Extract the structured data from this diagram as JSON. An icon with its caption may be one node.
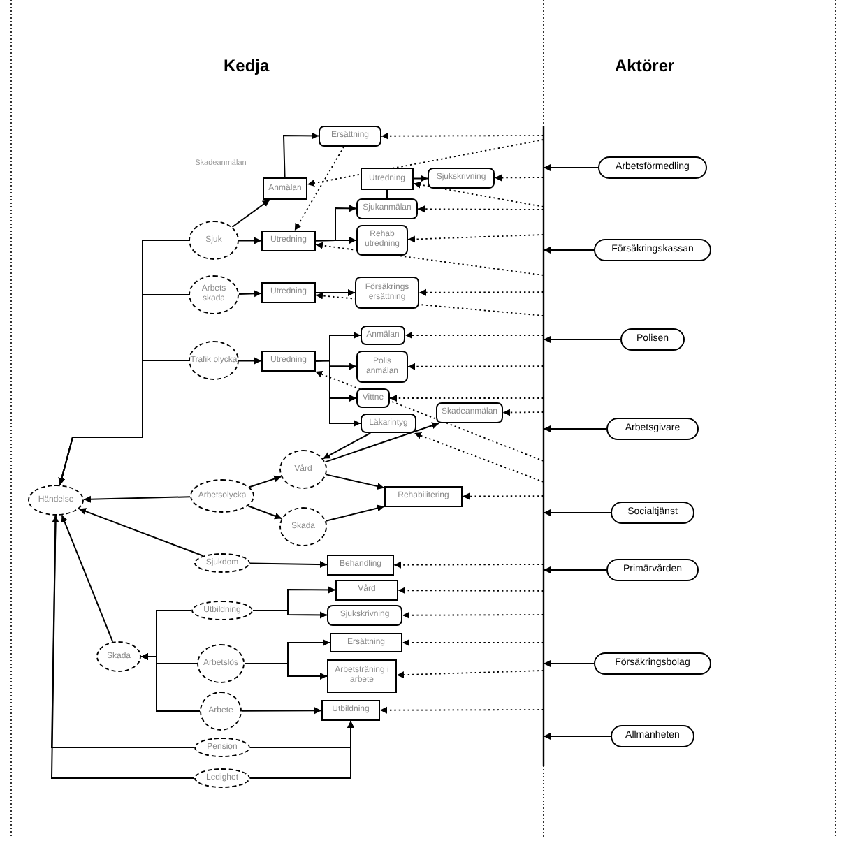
{
  "diagram": {
    "nodes": [
      {
        "text": [
          "Ersättning"
        ]
      },
      {
        "text": [
          "Anmälan"
        ]
      },
      {
        "text": [
          "Utredning"
        ]
      },
      {
        "text": [
          "Sjukskrivning"
        ]
      },
      {
        "text": [
          "Sjukanmälan"
        ]
      },
      {
        "text": [
          "Sjuk"
        ]
      },
      {
        "text": [
          "Utredning"
        ]
      },
      {
        "text": [
          "Rehab utredning"
        ]
      },
      {
        "text": [
          "Arbets skada"
        ]
      },
      {
        "text": [
          "Utredning"
        ]
      },
      {
        "text": [
          "Försäkrings ersättning"
        ]
      },
      {
        "text": [
          "Anmälan"
        ]
      },
      {
        "text": [
          "Trafik olycka"
        ]
      },
      {
        "text": [
          "Utredning"
        ]
      },
      {
        "text": [
          "Polis anmälan"
        ]
      },
      {
        "text": [
          "Vittne"
        ]
      },
      {
        "text": [
          "Skadeanmälan"
        ]
      },
      {
        "text": [
          "Läkarintyg"
        ]
      },
      {
        "text": [
          "Vård"
        ]
      },
      {
        "text": [
          "Händelse"
        ]
      },
      {
        "text": [
          "Arbetsolycka"
        ]
      },
      {
        "text": [
          "Rehabilitering"
        ]
      },
      {
        "text": [
          "Skada"
        ]
      },
      {
        "text": [
          "Sjukdom"
        ]
      },
      {
        "text": [
          "Behandling"
        ]
      },
      {
        "text": [
          "Vård"
        ]
      },
      {
        "text": [
          "Utbildning"
        ]
      },
      {
        "text": [
          "Sjukskrivning"
        ]
      },
      {
        "text": [
          "Ersättning"
        ]
      },
      {
        "text": [
          "Skada"
        ]
      },
      {
        "text": [
          "Arbetslös"
        ]
      },
      {
        "text": [
          "Arbetsträning i arbete"
        ]
      },
      {
        "text": [
          "Arbete"
        ]
      },
      {
        "text": [
          "Utbildning"
        ]
      },
      {
        "text": [
          "Pension"
        ]
      },
      {
        "text": [
          "Ledighet"
        ]
      },
      {
        "text": [
          "Arbetsförmedling"
        ]
      },
      {
        "text": [
          "Försäkringskassan"
        ]
      },
      {
        "text": [
          "Polisen"
        ]
      },
      {
        "text": [
          "Arbetsgivare"
        ]
      },
      {
        "text": [
          "Socialtjänst"
        ]
      },
      {
        "text": [
          "Primärvården"
        ]
      },
      {
        "text": [
          "Försäkringsbolag"
        ]
      },
      {
        "text": [
          "Allmänheten"
        ]
      }
    ],
    "edges": [
      {
        "from": 5,
        "to": 1,
        "arrow": "to"
      },
      {
        "from": 1,
        "to": 0,
        "arrow": "to"
      },
      {
        "from": 5,
        "to": 6,
        "arrow": "to"
      },
      {
        "from": 6,
        "to": 4,
        "arrow": "to"
      },
      {
        "from": 6,
        "to": 7,
        "arrow": "to"
      },
      {
        "from": 4,
        "to": 2,
        "arrow": "none"
      },
      {
        "from": 2,
        "to": 3,
        "arrow": "to"
      },
      {
        "from": 8,
        "to": 9,
        "arrow": "to"
      },
      {
        "from": 9,
        "to": 10,
        "arrow": "to"
      },
      {
        "from": 12,
        "to": 13,
        "arrow": "to"
      },
      {
        "from": 13,
        "to": 11,
        "arrow": "to"
      },
      {
        "from": 13,
        "to": 14,
        "arrow": "to"
      },
      {
        "from": 13,
        "to": 15,
        "arrow": "to"
      },
      {
        "from": 13,
        "to": 17,
        "arrow": "to"
      },
      {
        "from": 17,
        "to": 18,
        "arrow": "to"
      },
      {
        "from": 18,
        "to": 16,
        "arrow": "to"
      },
      {
        "from": 20,
        "to": 18,
        "arrow": "to"
      },
      {
        "from": 20,
        "to": 22,
        "arrow": "to"
      },
      {
        "from": 18,
        "to": 21,
        "arrow": "to"
      },
      {
        "from": 22,
        "to": 21,
        "arrow": "to"
      },
      {
        "from": 20,
        "to": 19,
        "arrow": "to"
      },
      {
        "from": 5,
        "to": 19,
        "arrow": "to"
      },
      {
        "from": 8,
        "to": 19,
        "arrow": "to"
      },
      {
        "from": 12,
        "to": 19,
        "arrow": "to"
      },
      {
        "from": 23,
        "to": 19,
        "arrow": "to"
      },
      {
        "from": 29,
        "to": 19,
        "arrow": "to"
      },
      {
        "from": 26,
        "to": 29,
        "arrow": "to"
      },
      {
        "from": 30,
        "to": 29,
        "arrow": "to"
      },
      {
        "from": 32,
        "to": 29,
        "arrow": "to"
      },
      {
        "from": 34,
        "to": 19,
        "arrow": "to"
      },
      {
        "from": 35,
        "to": 19,
        "arrow": "to"
      },
      {
        "from": 23,
        "to": 24,
        "arrow": "to"
      },
      {
        "from": 26,
        "to": 25,
        "arrow": "to"
      },
      {
        "from": 26,
        "to": 27,
        "arrow": "to"
      },
      {
        "from": 30,
        "to": 28,
        "arrow": "to"
      },
      {
        "from": 30,
        "to": 31,
        "arrow": "to"
      },
      {
        "from": 32,
        "to": 33,
        "arrow": "to"
      },
      {
        "from": 34,
        "to": 33,
        "arrow": "to"
      },
      {
        "from": 35,
        "to": 33,
        "arrow": "to"
      },
      {
        "from": 0,
        "to": 6,
        "arrow": "to",
        "style": "dashed"
      },
      {
        "from": null,
        "to": 0,
        "arrow": "to",
        "style": "dashed"
      },
      {
        "from": null,
        "to": 1,
        "arrow": "to",
        "style": "dashed"
      },
      {
        "from": null,
        "to": 3,
        "arrow": "to",
        "style": "dashed"
      },
      {
        "from": null,
        "to": 2,
        "arrow": "to",
        "style": "dashed"
      },
      {
        "from": null,
        "to": 4,
        "arrow": "to",
        "style": "dashed"
      },
      {
        "from": null,
        "to": 7,
        "arrow": "to",
        "style": "dashed"
      },
      {
        "from": null,
        "to": 6,
        "arrow": "to",
        "style": "dashed"
      },
      {
        "from": null,
        "to": 10,
        "arrow": "to",
        "style": "dashed"
      },
      {
        "from": null,
        "to": 9,
        "arrow": "to",
        "style": "dashed"
      },
      {
        "from": null,
        "to": 11,
        "arrow": "to",
        "style": "dashed"
      },
      {
        "from": null,
        "to": 14,
        "arrow": "to",
        "style": "dashed"
      },
      {
        "from": null,
        "to": 15,
        "arrow": "to",
        "style": "dashed"
      },
      {
        "from": null,
        "to": 16,
        "arrow": "to",
        "style": "dashed"
      },
      {
        "from": null,
        "to": 13,
        "arrow": "to",
        "style": "dashed"
      },
      {
        "from": null,
        "to": 17,
        "arrow": "to",
        "style": "dashed"
      },
      {
        "from": null,
        "to": 21,
        "arrow": "to",
        "style": "dashed"
      },
      {
        "from": null,
        "to": 24,
        "arrow": "to",
        "style": "dashed"
      },
      {
        "from": null,
        "to": 25,
        "arrow": "to",
        "style": "dashed"
      },
      {
        "from": null,
        "to": 27,
        "arrow": "to",
        "style": "dashed"
      },
      {
        "from": null,
        "to": 28,
        "arrow": "to",
        "style": "dashed"
      },
      {
        "from": null,
        "to": 31,
        "arrow": "to",
        "style": "dashed"
      },
      {
        "from": null,
        "to": 33,
        "arrow": "to",
        "style": "dashed"
      },
      {
        "from": 36,
        "to": null,
        "arrow": "to"
      },
      {
        "from": 37,
        "to": null,
        "arrow": "to"
      },
      {
        "from": 38,
        "to": null,
        "arrow": "to"
      },
      {
        "from": 39,
        "to": null,
        "arrow": "to"
      },
      {
        "from": 40,
        "to": null,
        "arrow": "to"
      },
      {
        "from": 41,
        "to": null,
        "arrow": "to"
      },
      {
        "from": 42,
        "to": null,
        "arrow": "to"
      },
      {
        "from": 43,
        "to": null,
        "arrow": "to"
      }
    ],
    "labels": [
      "Kedja",
      "Aktörer",
      "Skadeanmälan"
    ]
  }
}
